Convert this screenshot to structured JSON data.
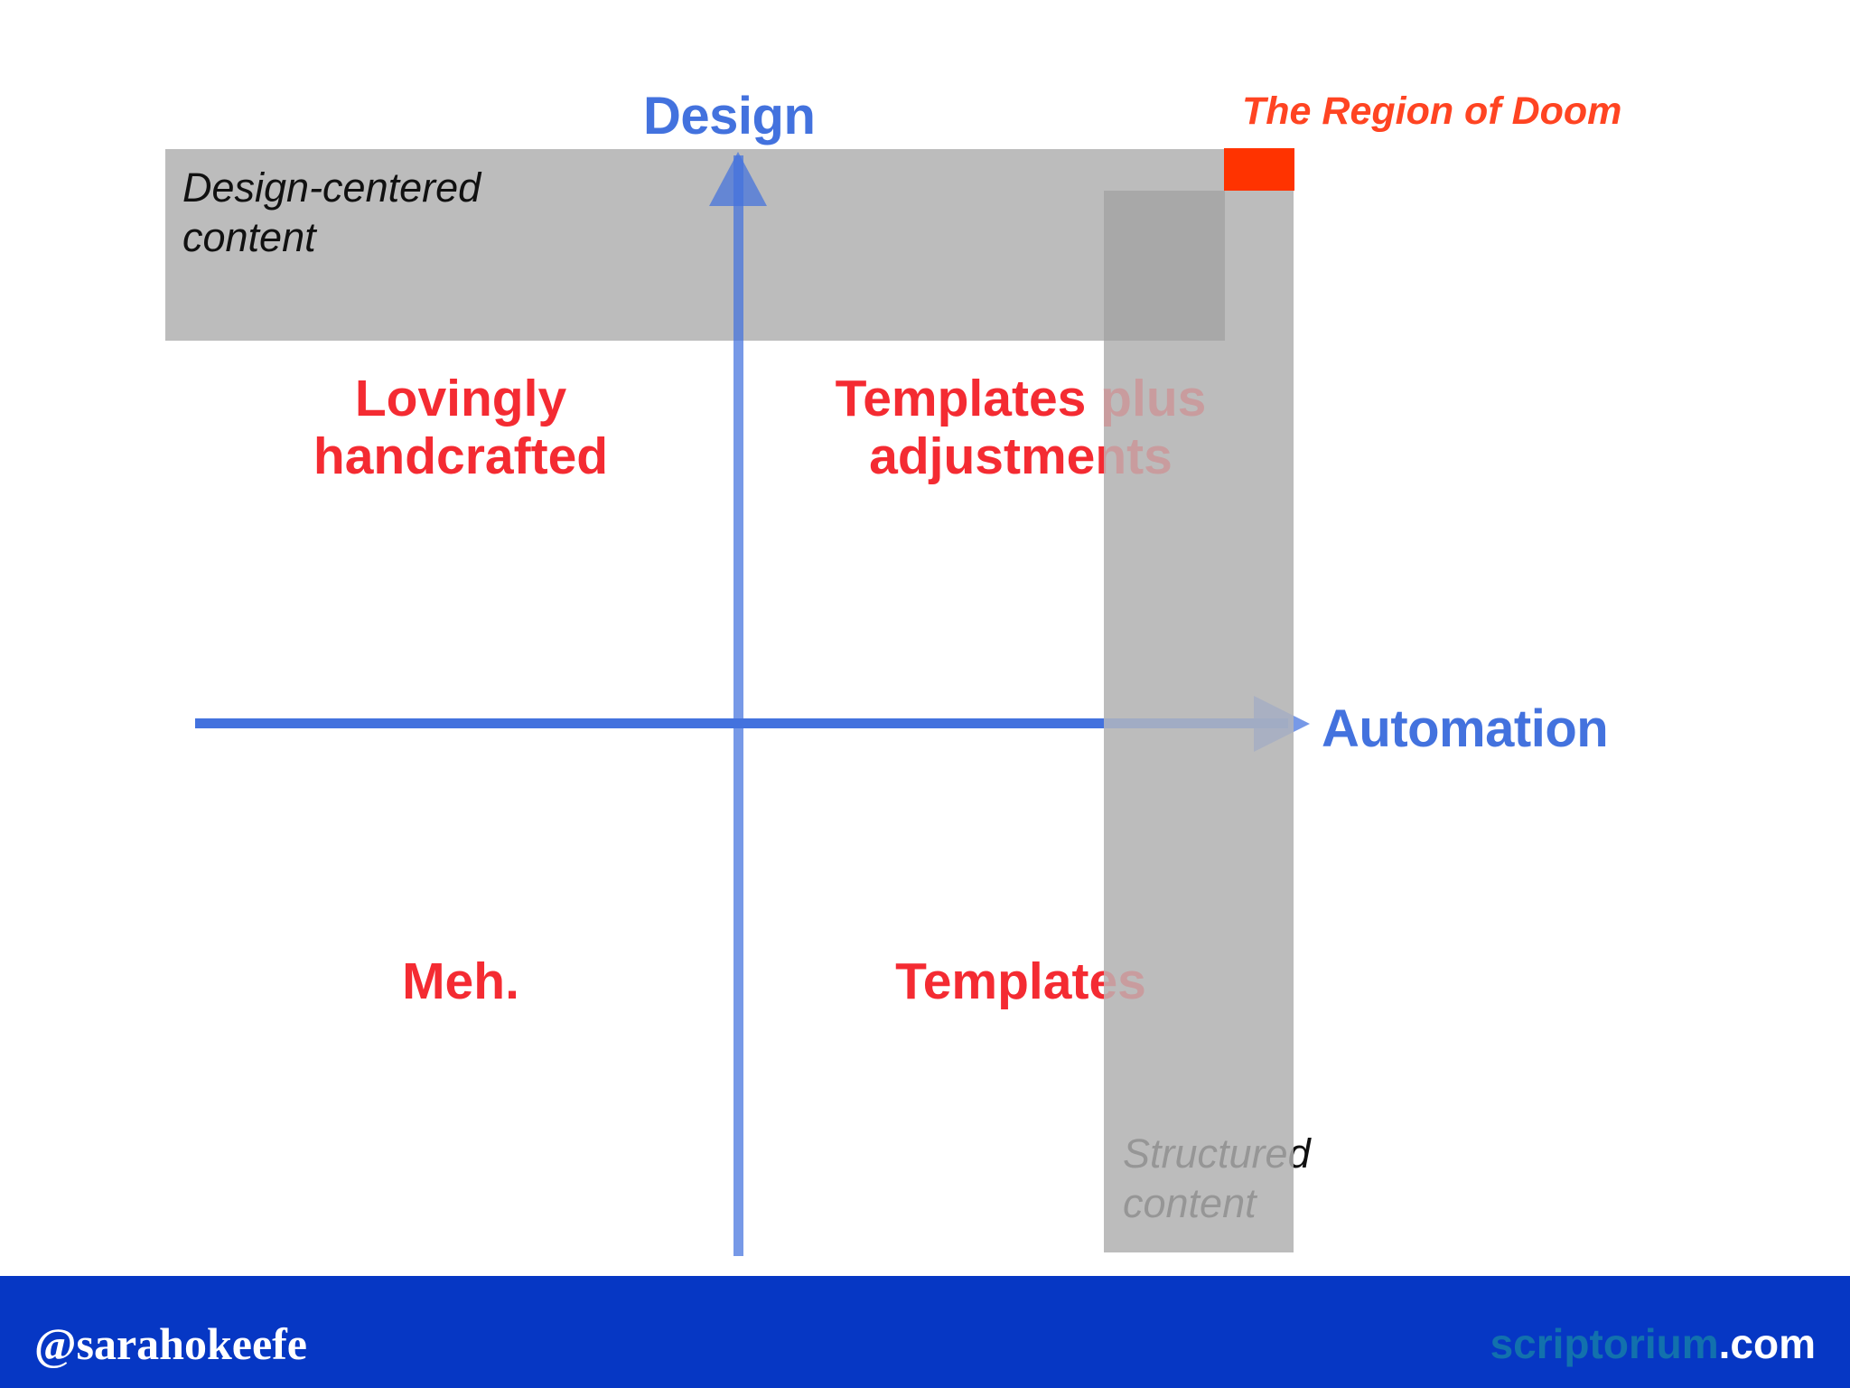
{
  "diagram": {
    "title": "Design vs Automation quadrant with structured-content and design-centered content bands",
    "axes": {
      "y_label": "Design",
      "x_label": "Automation",
      "axis_color": "#4372de"
    },
    "quadrants": [
      {
        "position": "upper-left",
        "label": "Lovingly\nhandcrafted"
      },
      {
        "position": "upper-right",
        "label": "Templates plus\nadjustments"
      },
      {
        "position": "lower-left",
        "label": "Meh."
      },
      {
        "position": "lower-right",
        "label": "Templates"
      }
    ],
    "bands": [
      {
        "name": "design-centered-band",
        "note": "Design-centered\ncontent",
        "orientation": "horizontal",
        "color": "#bcbcbc"
      },
      {
        "name": "structured-content-band",
        "note": "Structured\ncontent",
        "orientation": "vertical",
        "color": "#bcbcbc"
      }
    ],
    "highlight": {
      "label": "The Region of Doom",
      "swatch_color": "#ff3300",
      "label_color": "#ff4422"
    },
    "label_color_red": "#f42b32"
  },
  "banner": {
    "handle": "@sarahokeefe",
    "site_brand": "scriptorium",
    "site_tld": ".com",
    "background_color": "#0637c4",
    "brand_color": "#1271ad"
  }
}
